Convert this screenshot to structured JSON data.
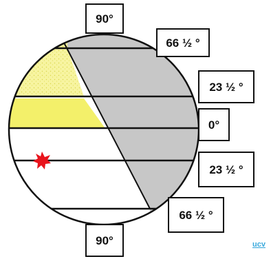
{
  "labels": {
    "top": "90°",
    "north_arctic": "66 ½ °",
    "north_tropic": "23 ½ °",
    "equator": "0°",
    "south_tropic": "23 ½ °",
    "south_antarctic": "66 ½ °",
    "bottom": "90°"
  },
  "credit": "ucv",
  "colors": {
    "night": "#c7c7c7",
    "daylight_band": "#f3f06a",
    "outline": "#111111",
    "sun_marker": "#e8141c",
    "credit": "#3aa9dc"
  },
  "icons": {
    "sun_marker": "sun-marker-icon"
  }
}
